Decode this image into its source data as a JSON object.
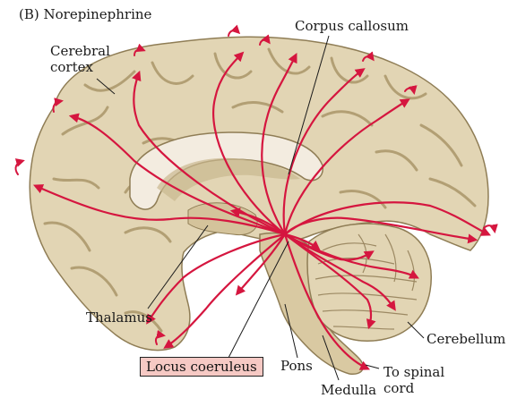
{
  "figure": {
    "title": "(B)  Norepinephrine",
    "labels": {
      "cerebral_cortex_line1": "Cerebral",
      "cerebral_cortex_line2": "cortex",
      "corpus_callosum": "Corpus callosum",
      "thalamus": "Thalamus",
      "locus_coeruleus": "Locus coeruleus",
      "pons": "Pons",
      "medulla": "Medulla",
      "cerebellum": "Cerebellum",
      "to_spinal_cord_line1": "To spinal",
      "to_spinal_cord_line2": "cord"
    }
  },
  "colors": {
    "brain_fill": "#e2d5b4",
    "brain_shadow": "#c9b88f",
    "gyri_line": "#b29f74",
    "pathway": "#d5163f",
    "background": "#ffffff",
    "label_box": "#f6c9c4"
  }
}
